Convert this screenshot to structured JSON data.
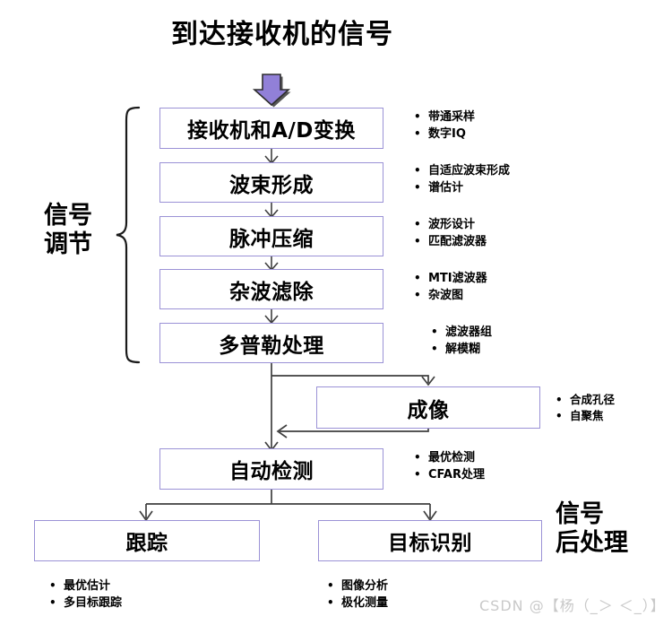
{
  "diagram": {
    "title": "到达接收机的信号",
    "entry_arrow_color": "#9180d8",
    "box_border_color": "#9b92d6",
    "connector_color": "#3f3f3f",
    "boxes": [
      {
        "id": "receiver-ad",
        "label": "接收机和A/D变换"
      },
      {
        "id": "beamforming",
        "label": "波束形成"
      },
      {
        "id": "pulse-compression",
        "label": "脉冲压缩"
      },
      {
        "id": "clutter-filtering",
        "label": "杂波滤除"
      },
      {
        "id": "doppler-processing",
        "label": "多普勒处理"
      },
      {
        "id": "imaging",
        "label": "成像"
      },
      {
        "id": "auto-detection",
        "label": "自动检测"
      },
      {
        "id": "tracking",
        "label": "跟踪"
      },
      {
        "id": "target-recognition",
        "label": "目标识别"
      }
    ],
    "notes": {
      "receiver_ad": [
        "带通采样",
        "数字IQ"
      ],
      "beamforming": [
        "自适应波束形成",
        "谱估计"
      ],
      "pulse_compression": [
        "波形设计",
        "匹配滤波器"
      ],
      "clutter_filtering": [
        "MTI滤波器",
        "杂波图"
      ],
      "doppler_processing": [
        "滤波器组",
        "解模糊"
      ],
      "imaging": [
        "合成孔径",
        "自聚焦"
      ],
      "auto_detection": [
        "最优检测",
        "CFAR处理"
      ],
      "tracking": [
        "最优估计",
        "多目标跟踪"
      ],
      "target_recognition": [
        "图像分析",
        "极化测量"
      ]
    },
    "group_labels": {
      "signal_conditioning": "信号\n调节",
      "signal_conditioning_line1": "信号",
      "signal_conditioning_line2": "调节",
      "post_processing_line1": "信号",
      "post_processing_line2": "后处理"
    },
    "bullet_glyph": "•",
    "watermark": "CSDN @【杨（_＞ ＜_）】"
  }
}
